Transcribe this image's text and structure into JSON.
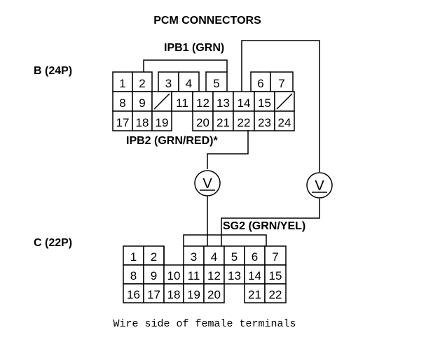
{
  "title": "PCM CONNECTORS",
  "connector_b": {
    "label": "B (24P)",
    "rows": [
      [
        "1",
        "2",
        "3",
        "4",
        "5",
        "",
        "6",
        "7"
      ],
      [
        "8",
        "9",
        "/",
        "11",
        "12",
        "13",
        "14",
        "15",
        "/"
      ],
      [
        "17",
        "18",
        "19",
        "",
        "20",
        "21",
        "22",
        "23",
        "24"
      ]
    ]
  },
  "connector_c": {
    "label": "C (22P)",
    "rows": [
      [
        "1",
        "2",
        "",
        "3",
        "4",
        "5",
        "6",
        "7"
      ],
      [
        "8",
        "9",
        "10",
        "11",
        "12",
        "13",
        "14",
        "15"
      ],
      [
        "16",
        "17",
        "18",
        "19",
        "20",
        "",
        "21",
        "22"
      ]
    ]
  },
  "wires": {
    "ipb1": "IPB1 (GRN)",
    "ipb2": "IPB2 (GRN/RED)*",
    "sg2": "SG2 (GRN/YEL)"
  },
  "meters": [
    {
      "symbol": "V"
    },
    {
      "symbol": "V"
    }
  ],
  "caption": "Wire side of female terminals"
}
